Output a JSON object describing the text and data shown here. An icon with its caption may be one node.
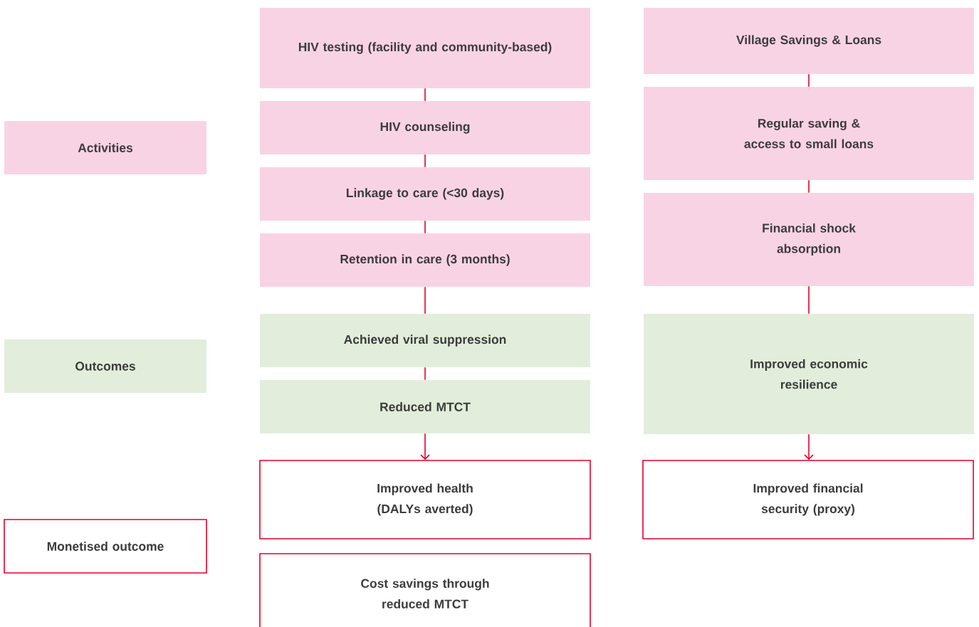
{
  "diagram": {
    "nodes": [
      {
        "text": [
          "Activities"
        ]
      },
      {
        "text": [
          "Outcomes"
        ]
      },
      {
        "text": [
          "Monetised outcome"
        ]
      },
      {
        "text": [
          "HIV testing (facility and community-based)"
        ]
      },
      {
        "text": [
          "HIV counseling"
        ]
      },
      {
        "text": [
          "Linkage to care (<30 days)"
        ]
      },
      {
        "text": [
          "Retention in care (3 months)"
        ]
      },
      {
        "text": [
          "Achieved viral suppression"
        ]
      },
      {
        "text": [
          "Reduced MTCT"
        ]
      },
      {
        "text": [
          "Improved health (DALYs averted)"
        ]
      },
      {
        "text": [
          "Cost savings through reduced MTCT"
        ]
      },
      {
        "text": [
          "Village Savings & Loans"
        ]
      },
      {
        "text": [
          "Regular saving & access to small loans"
        ]
      },
      {
        "text": [
          "Financial shock absorption"
        ]
      },
      {
        "text": [
          "Improved economic resilience"
        ]
      },
      {
        "text": [
          "Improved financial security (proxy)"
        ]
      }
    ],
    "edges": [
      {
        "from": 3,
        "to": 4,
        "arrow": "none"
      },
      {
        "from": 4,
        "to": 5,
        "arrow": "none"
      },
      {
        "from": 5,
        "to": 6,
        "arrow": "none"
      },
      {
        "from": 6,
        "to": 7,
        "arrow": "none"
      },
      {
        "from": 7,
        "to": 8,
        "arrow": "none"
      },
      {
        "from": 8,
        "to": 9,
        "arrow": "to"
      },
      {
        "from": 11,
        "to": 12,
        "arrow": "none"
      },
      {
        "from": 12,
        "to": 13,
        "arrow": "none"
      },
      {
        "from": 13,
        "to": 14,
        "arrow": "none"
      },
      {
        "from": 14,
        "to": 15,
        "arrow": "to"
      }
    ]
  }
}
